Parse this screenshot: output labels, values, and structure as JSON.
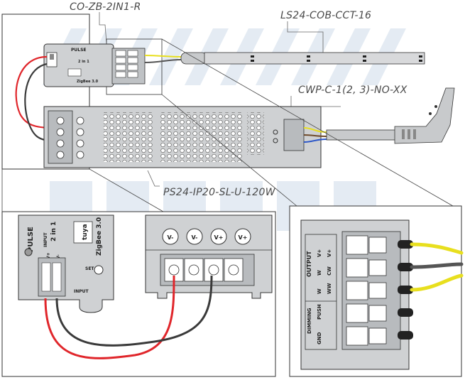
{
  "labels": {
    "controller": "CO-ZB-2IN1-R",
    "strip": "LS24-COB-CCT-16",
    "cable": "CWP-C-1(2, 3)-NO-XX",
    "psu": "PS24-IP20-SL-U-120W"
  },
  "controller_detail": {
    "brand": "PULSE",
    "mode": "2 in 1",
    "logo": "tuya",
    "protocol": "ZigBee 3.0",
    "input_label": "INPUT",
    "set_label": "SET",
    "vplus": "V+",
    "vminus": "V-"
  },
  "psu_detail": {
    "terminal_labels": [
      "V-",
      "V-",
      "V+",
      "V+"
    ]
  },
  "output_detail": {
    "output_label": "OUTPUT",
    "dimming_label": "DIMMING",
    "gnd_label": "GND",
    "push_label": "PUSH",
    "pins_left": [
      "V+",
      "W",
      "W"
    ],
    "pins_right": [
      "V+",
      "CW",
      "WW"
    ]
  },
  "colors": {
    "wire_red": "#e0262b",
    "wire_black": "#3a3a3a",
    "wire_yellow": "#e8df1e",
    "wire_blue": "#2a55c8",
    "housing": "#cfd1d3",
    "watermark": "#e4ebf3"
  }
}
